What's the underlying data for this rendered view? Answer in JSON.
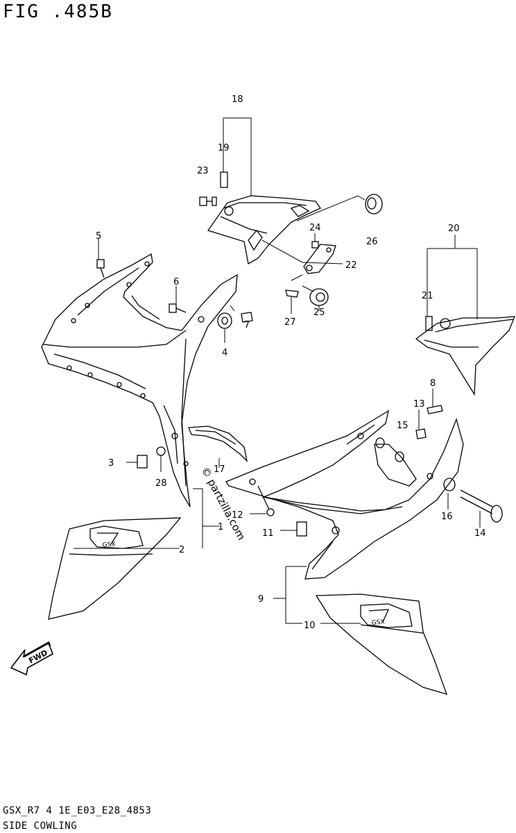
{
  "header": {
    "title": "FIG .485B"
  },
  "footer": {
    "code": "GSX_R7 4 1E_E03_E28_4853",
    "name": "SIDE COWLING"
  },
  "watermark": "© partzilla.com",
  "fwd_label": "FWD",
  "decal_logo": "GSX",
  "callouts": [
    "1",
    "2",
    "3",
    "4",
    "5",
    "6",
    "7",
    "8",
    "9",
    "10",
    "12",
    "13",
    "14",
    "15",
    "16",
    "17",
    "18",
    "19",
    "20",
    "21",
    "22",
    "23",
    "24",
    "25",
    "26",
    "27",
    "28",
    "11"
  ]
}
